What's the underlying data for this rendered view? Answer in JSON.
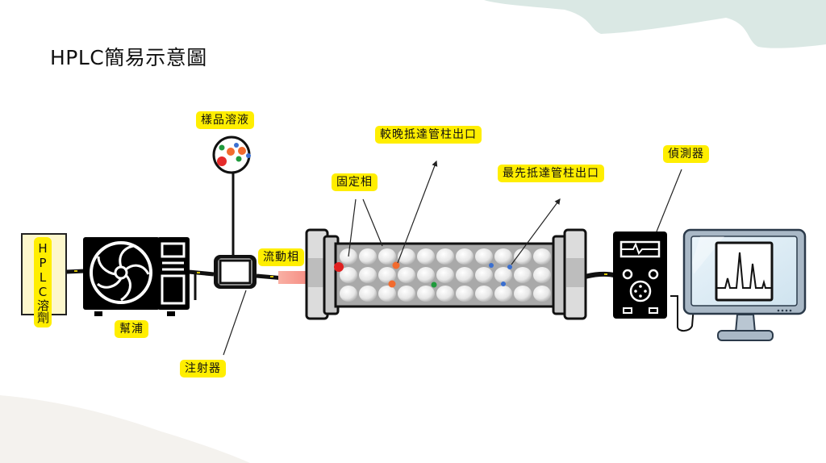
{
  "title": "HPLC簡易示意圖",
  "labels": {
    "solvent": "HPLC溶劑",
    "pump": "幫浦",
    "sample": "樣品溶液",
    "injector": "注射器",
    "mobile_phase": "流動相",
    "stationary_phase": "固定相",
    "late_outlet": "較晚抵達管柱出口",
    "early_outlet": "最先抵達管柱出口",
    "detector": "偵測器"
  },
  "colors": {
    "label_bg": "#ffee00",
    "wash_top": "#d4e3df",
    "wash_bottom": "#f3f1ec",
    "mobile_arrow": "#f7938a"
  }
}
